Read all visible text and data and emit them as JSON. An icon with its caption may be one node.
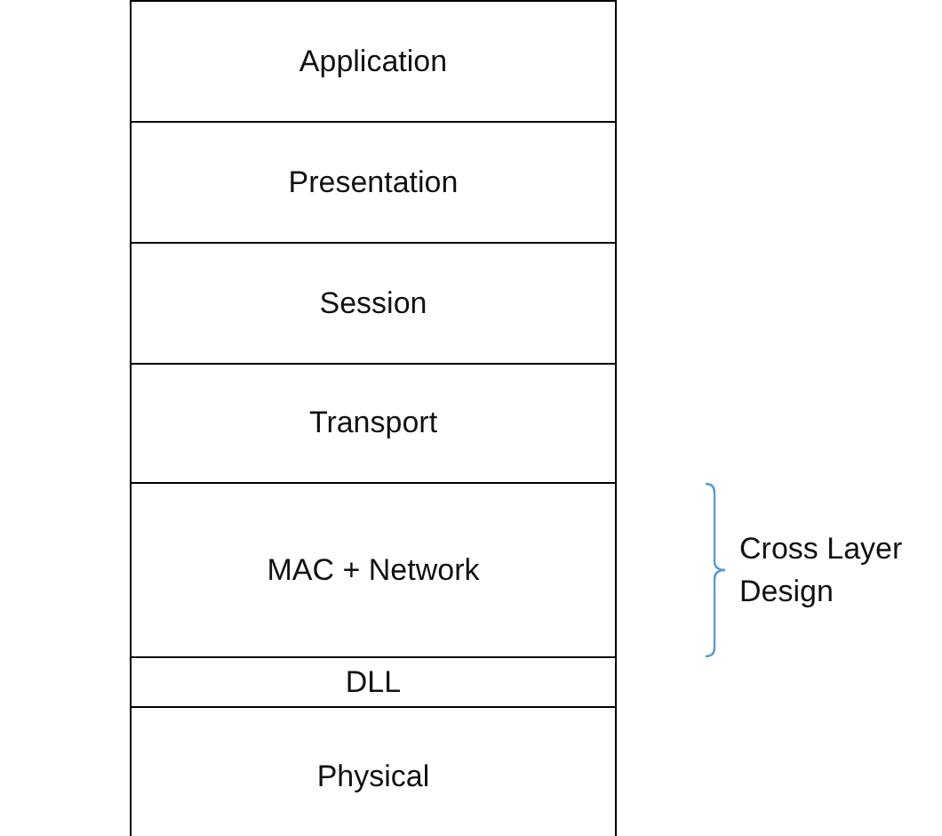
{
  "diagram": {
    "nodes": [
      {
        "text": [
          "Application"
        ]
      },
      {
        "text": [
          "Presentation"
        ]
      },
      {
        "text": [
          "Session"
        ]
      },
      {
        "text": [
          "Transport"
        ]
      },
      {
        "text": [
          "MAC + Network"
        ]
      },
      {
        "text": [
          "DLL"
        ]
      },
      {
        "text": [
          "Physical"
        ]
      }
    ],
    "edges": [],
    "labels": [
      "Cross Layer Design"
    ]
  }
}
